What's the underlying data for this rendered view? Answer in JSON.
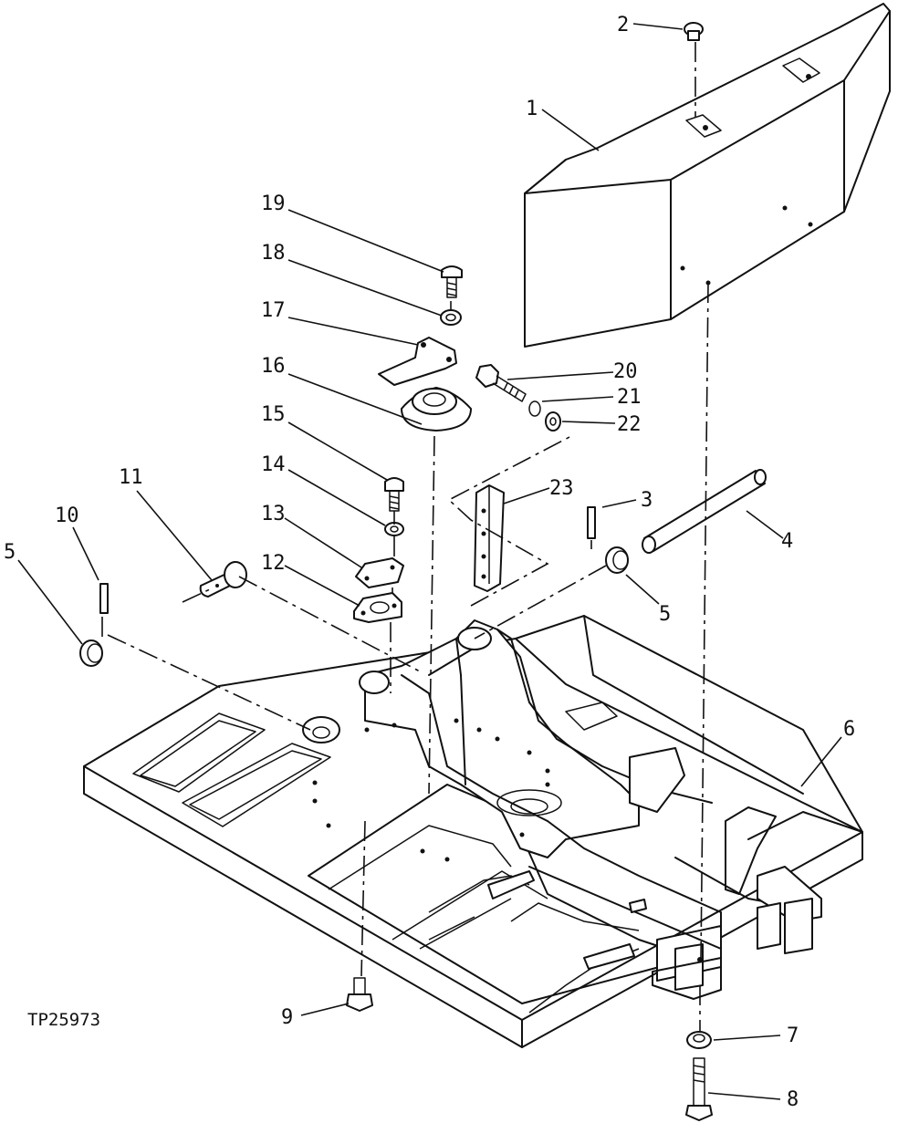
{
  "figure": {
    "reference_code": "TP25973",
    "callouts": [
      {
        "id": "c1",
        "label": "1"
      },
      {
        "id": "c2",
        "label": "2"
      },
      {
        "id": "c3",
        "label": "3"
      },
      {
        "id": "c4",
        "label": "4"
      },
      {
        "id": "c5a",
        "label": "5"
      },
      {
        "id": "c5b",
        "label": "5"
      },
      {
        "id": "c6",
        "label": "6"
      },
      {
        "id": "c7",
        "label": "7"
      },
      {
        "id": "c8",
        "label": "8"
      },
      {
        "id": "c9",
        "label": "9"
      },
      {
        "id": "c10",
        "label": "10"
      },
      {
        "id": "c11",
        "label": "11"
      },
      {
        "id": "c12",
        "label": "12"
      },
      {
        "id": "c13",
        "label": "13"
      },
      {
        "id": "c14",
        "label": "14"
      },
      {
        "id": "c15",
        "label": "15"
      },
      {
        "id": "c16",
        "label": "16"
      },
      {
        "id": "c17",
        "label": "17"
      },
      {
        "id": "c18",
        "label": "18"
      },
      {
        "id": "c19",
        "label": "19"
      },
      {
        "id": "c20",
        "label": "20"
      },
      {
        "id": "c21",
        "label": "21"
      },
      {
        "id": "c22",
        "label": "22"
      },
      {
        "id": "c23",
        "label": "23"
      }
    ]
  }
}
